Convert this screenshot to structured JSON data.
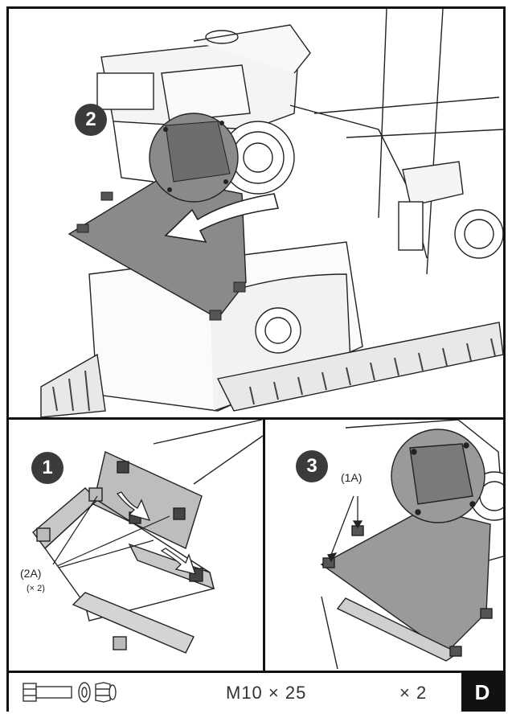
{
  "steps": {
    "main": "2",
    "detail_left": "1",
    "detail_right": "3"
  },
  "callouts": {
    "part_2a": "(2A)",
    "part_2a_qty": "(× 2)",
    "part_1a": "(1A)"
  },
  "hardware": {
    "icons": [
      "bolt-icon",
      "washer-icon",
      "nut-icon"
    ],
    "spec": "M10 × 25",
    "quantity": "× 2",
    "sheet_letter": "D"
  },
  "colors": {
    "step_badge": "#3b3b3b",
    "panel_border": "#111111",
    "chute_fill": "#8a8a8a"
  }
}
